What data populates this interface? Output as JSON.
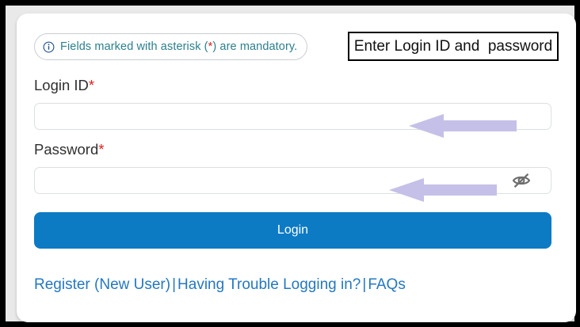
{
  "banner": {
    "icon": "info-circle-icon",
    "text_before": "Fields marked with asterisk (",
    "asterisk": "*",
    "text_after": ") are mandatory.",
    "full_text": "Fields marked with asterisk (*) are mandatory.",
    "text_color": "#2a7f8f",
    "asterisk_color": "#e02020"
  },
  "annotation": {
    "callout_text": "Enter Login ID and  password",
    "arrow_color": "#c5c0e8",
    "arrow_count": 2,
    "arrow_direction": "left"
  },
  "form": {
    "login_id": {
      "label": "Login ID",
      "required_marker": "*",
      "value": "",
      "placeholder": ""
    },
    "password": {
      "label": "Password",
      "required_marker": "*",
      "value": "",
      "placeholder": "",
      "toggle_icon": "eye-off-icon",
      "masked": true
    },
    "submit": {
      "label": "Login",
      "color": "#0d7ac4",
      "text_color": "#ffffff"
    }
  },
  "footer": {
    "links": [
      {
        "label": "Register (New User)"
      },
      {
        "label": "Having Trouble Logging in?"
      },
      {
        "label": "FAQs"
      }
    ],
    "separator": "|",
    "link_color": "#2478c0"
  },
  "theme": {
    "frame_color": "#000000",
    "card_background": "#ffffff",
    "page_background": "#e9e9e9",
    "input_border": "#dcdfe3",
    "label_color": "#30302f",
    "required_color": "#e02020",
    "tick_color": "#5fbfb0"
  }
}
